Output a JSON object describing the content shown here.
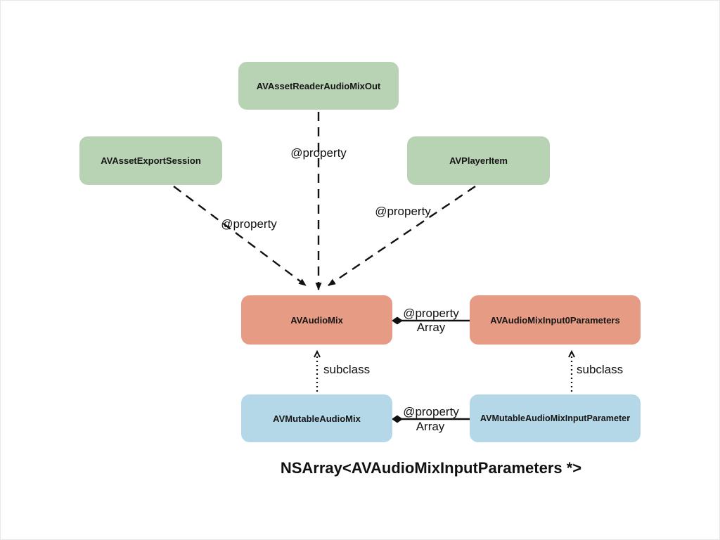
{
  "diagram": {
    "nodes": {
      "asset_reader": {
        "label": "AVAssetReaderAudioMixOut"
      },
      "export_session": {
        "label": "AVAssetExportSession"
      },
      "player_item": {
        "label": "AVPlayerItem"
      },
      "audio_mix": {
        "label": "AVAudioMix"
      },
      "input_parameters": {
        "label": "AVAudioMixInput0Parameters"
      },
      "mutable_audio_mix": {
        "label": "AVMutableAudioMix"
      },
      "mutable_input_parameter": {
        "label": "AVMutableAudioMixInputParameter"
      }
    },
    "edge_labels": {
      "property_top": "@property",
      "property_left": "@property",
      "property_right": "@property",
      "property_mid": "@property",
      "array_mid": "Array",
      "property_bottom": "@property",
      "array_bottom": "Array",
      "subclass_left": "subclass",
      "subclass_right": "subclass"
    },
    "caption": "NSArray<AVAudioMixInputParameters *>",
    "colors": {
      "green_node": "#b8d3b4",
      "salmon_node": "#e69b85",
      "blue_node": "#b5d8e8",
      "line": "#111111",
      "background": "#ffffff"
    }
  }
}
